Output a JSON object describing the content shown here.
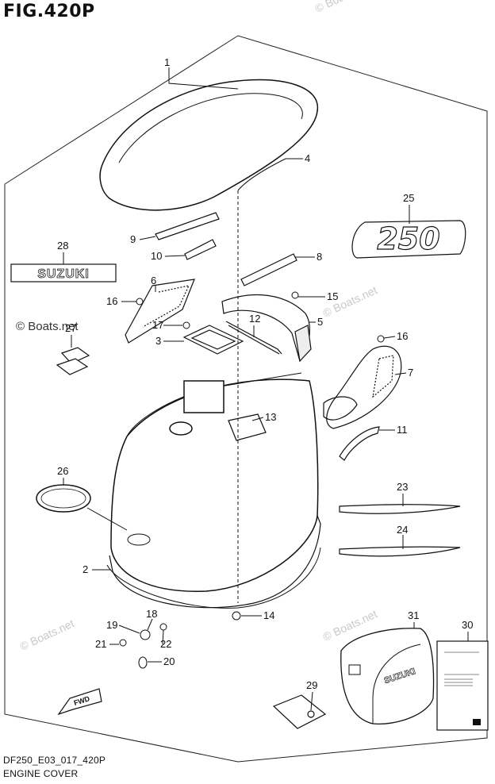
{
  "figure": {
    "title": "FIG.420P"
  },
  "footer": {
    "code": "DF250_E03_017_420P",
    "caption": "ENGINE COVER"
  },
  "watermarks": {
    "primary": "© Boats.net",
    "faint": "© Boats.net"
  },
  "decal_texts": {
    "model": "250",
    "brand": "SUZUKI",
    "fwd": "FWD"
  },
  "callouts": [
    "1",
    "2",
    "3",
    "4",
    "5",
    "6",
    "7",
    "8",
    "9",
    "10",
    "11",
    "12",
    "13",
    "14",
    "15",
    "16",
    "16",
    "17",
    "18",
    "19",
    "20",
    "21",
    "22",
    "23",
    "24",
    "25",
    "26",
    "27",
    "28",
    "29",
    "30",
    "31"
  ]
}
